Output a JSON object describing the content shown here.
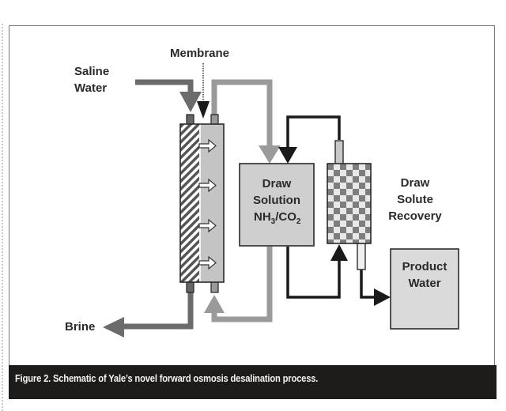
{
  "figure": {
    "caption": "Figure 2. Schematic of Yale’s novel forward osmosis desalination process.",
    "labels": {
      "saline_line1": "Saline",
      "saline_line2": "Water",
      "membrane": "Membrane",
      "brine": "Brine",
      "draw_solution_line1": "Draw",
      "draw_solution_line2": "Solution",
      "draw_solution_formula_a": "NH",
      "draw_solution_formula_sub1": "3",
      "draw_solution_formula_b": "/CO",
      "draw_solution_formula_sub2": "2",
      "recovery_line1": "Draw",
      "recovery_line2": "Solute",
      "recovery_line3": "Recovery",
      "product_line1": "Product",
      "product_line2": "Water"
    },
    "nodes": [
      {
        "id": "membrane-module",
        "label": "Membrane"
      },
      {
        "id": "draw-solution-tank",
        "label": "Draw Solution NH3/CO2"
      },
      {
        "id": "draw-solute-recovery",
        "label": "Draw Solute Recovery"
      },
      {
        "id": "product-water-tank",
        "label": "Product Water"
      }
    ],
    "edges": [
      {
        "from": "Saline Water",
        "to": "membrane-module",
        "style": "gray"
      },
      {
        "from": "membrane-module",
        "to": "Brine",
        "style": "gray"
      },
      {
        "from": "membrane-module",
        "to": "draw-solution-tank",
        "style": "light-gray"
      },
      {
        "from": "draw-solution-tank",
        "to": "membrane-module",
        "style": "light-gray"
      },
      {
        "from": "draw-solution-tank",
        "to": "draw-solute-recovery",
        "style": "black"
      },
      {
        "from": "draw-solute-recovery",
        "to": "draw-solution-tank",
        "style": "black"
      },
      {
        "from": "draw-solute-recovery",
        "to": "product-water-tank",
        "style": "black"
      }
    ],
    "colors": {
      "saline_pipe": "#6b6b6b",
      "draw_pipe": "#9a9a9a",
      "black_pipe": "#1a1a1a",
      "box_fill": "#cfcfcf",
      "caption_bg": "#1e1b1b",
      "caption_text": "#f2f2f2"
    }
  }
}
